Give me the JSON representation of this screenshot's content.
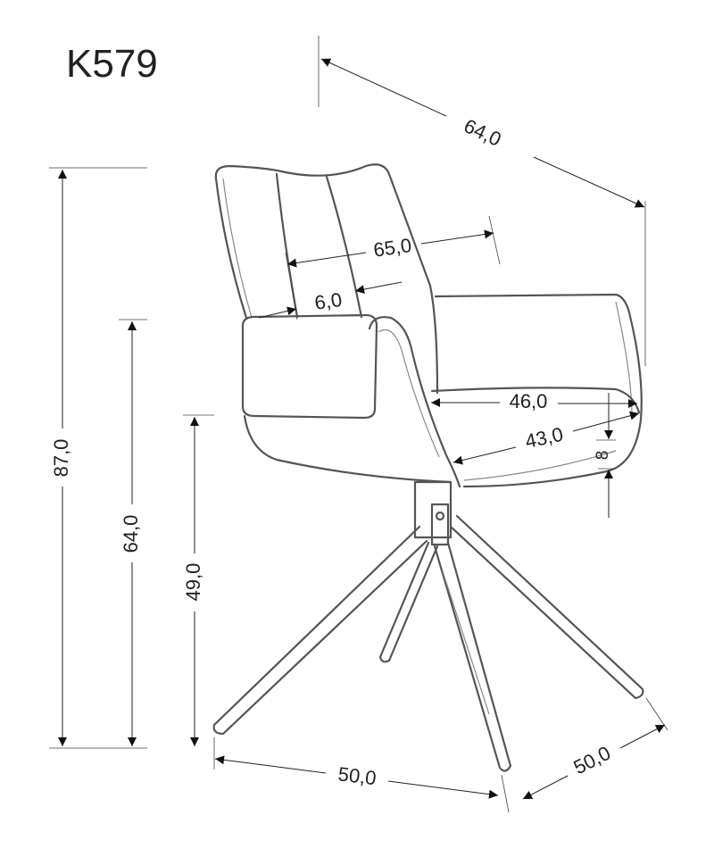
{
  "title": "K579",
  "dimensions": {
    "depth_total": "64,0",
    "back_width": "65,0",
    "back_channel": "6,0",
    "seat_width": "46,0",
    "seat_depth": "43,0",
    "seat_cushion": "8",
    "height_total": "87,0",
    "armrest_height": "64,0",
    "seat_height": "49,0",
    "base_width": "50,0",
    "base_depth": "50,0"
  }
}
